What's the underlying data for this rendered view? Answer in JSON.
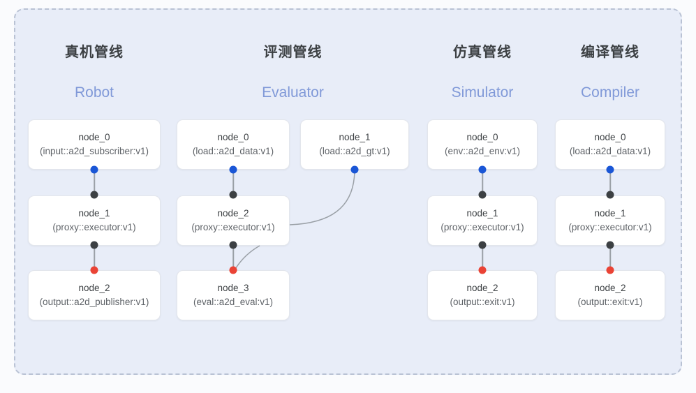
{
  "diagram": {
    "background_color": "#fafbfd",
    "panel_color": "#e8edf8",
    "panel_border_color": "#b9c2d4",
    "accent_title_color": "#8099d8",
    "port_colors": {
      "input": "#1a56d6",
      "middle": "#3c4043",
      "output": "#ea4335"
    },
    "edge_color": "#9aa0a6"
  },
  "columns": [
    {
      "id": "robot",
      "title_cn": "真机管线",
      "title_en": "Robot",
      "nodes": [
        {
          "id": "robot-node-0",
          "name": "node_0",
          "type": "(input::a2d_subscriber:v1)"
        },
        {
          "id": "robot-node-1",
          "name": "node_1",
          "type": "(proxy::executor:v1)"
        },
        {
          "id": "robot-node-2",
          "name": "node_2",
          "type": "(output::a2d_publisher:v1)"
        }
      ]
    },
    {
      "id": "evaluator",
      "title_cn": "评测管线",
      "title_en": "Evaluator",
      "nodes": [
        {
          "id": "eval-node-0",
          "name": "node_0",
          "type": "(load::a2d_data:v1)"
        },
        {
          "id": "eval-node-1",
          "name": "node_1",
          "type": "(load::a2d_gt:v1)"
        },
        {
          "id": "eval-node-2",
          "name": "node_2",
          "type": "(proxy::executor:v1)"
        },
        {
          "id": "eval-node-3",
          "name": "node_3",
          "type": "(eval::a2d_eval:v1)"
        }
      ]
    },
    {
      "id": "simulator",
      "title_cn": "仿真管线",
      "title_en": "Simulator",
      "nodes": [
        {
          "id": "sim-node-0",
          "name": "node_0",
          "type": "(env::a2d_env:v1)"
        },
        {
          "id": "sim-node-1",
          "name": "node_1",
          "type": "(proxy::executor:v1)"
        },
        {
          "id": "sim-node-2",
          "name": "node_2",
          "type": "(output::exit:v1)"
        }
      ]
    },
    {
      "id": "compiler",
      "title_cn": "编译管线",
      "title_en": "Compiler",
      "nodes": [
        {
          "id": "comp-node-0",
          "name": "node_0",
          "type": "(load::a2d_data:v1)"
        },
        {
          "id": "comp-node-1",
          "name": "node_1",
          "type": "(proxy::executor:v1)"
        },
        {
          "id": "comp-node-2",
          "name": "node_2",
          "type": "(output::exit:v1)"
        }
      ]
    }
  ]
}
